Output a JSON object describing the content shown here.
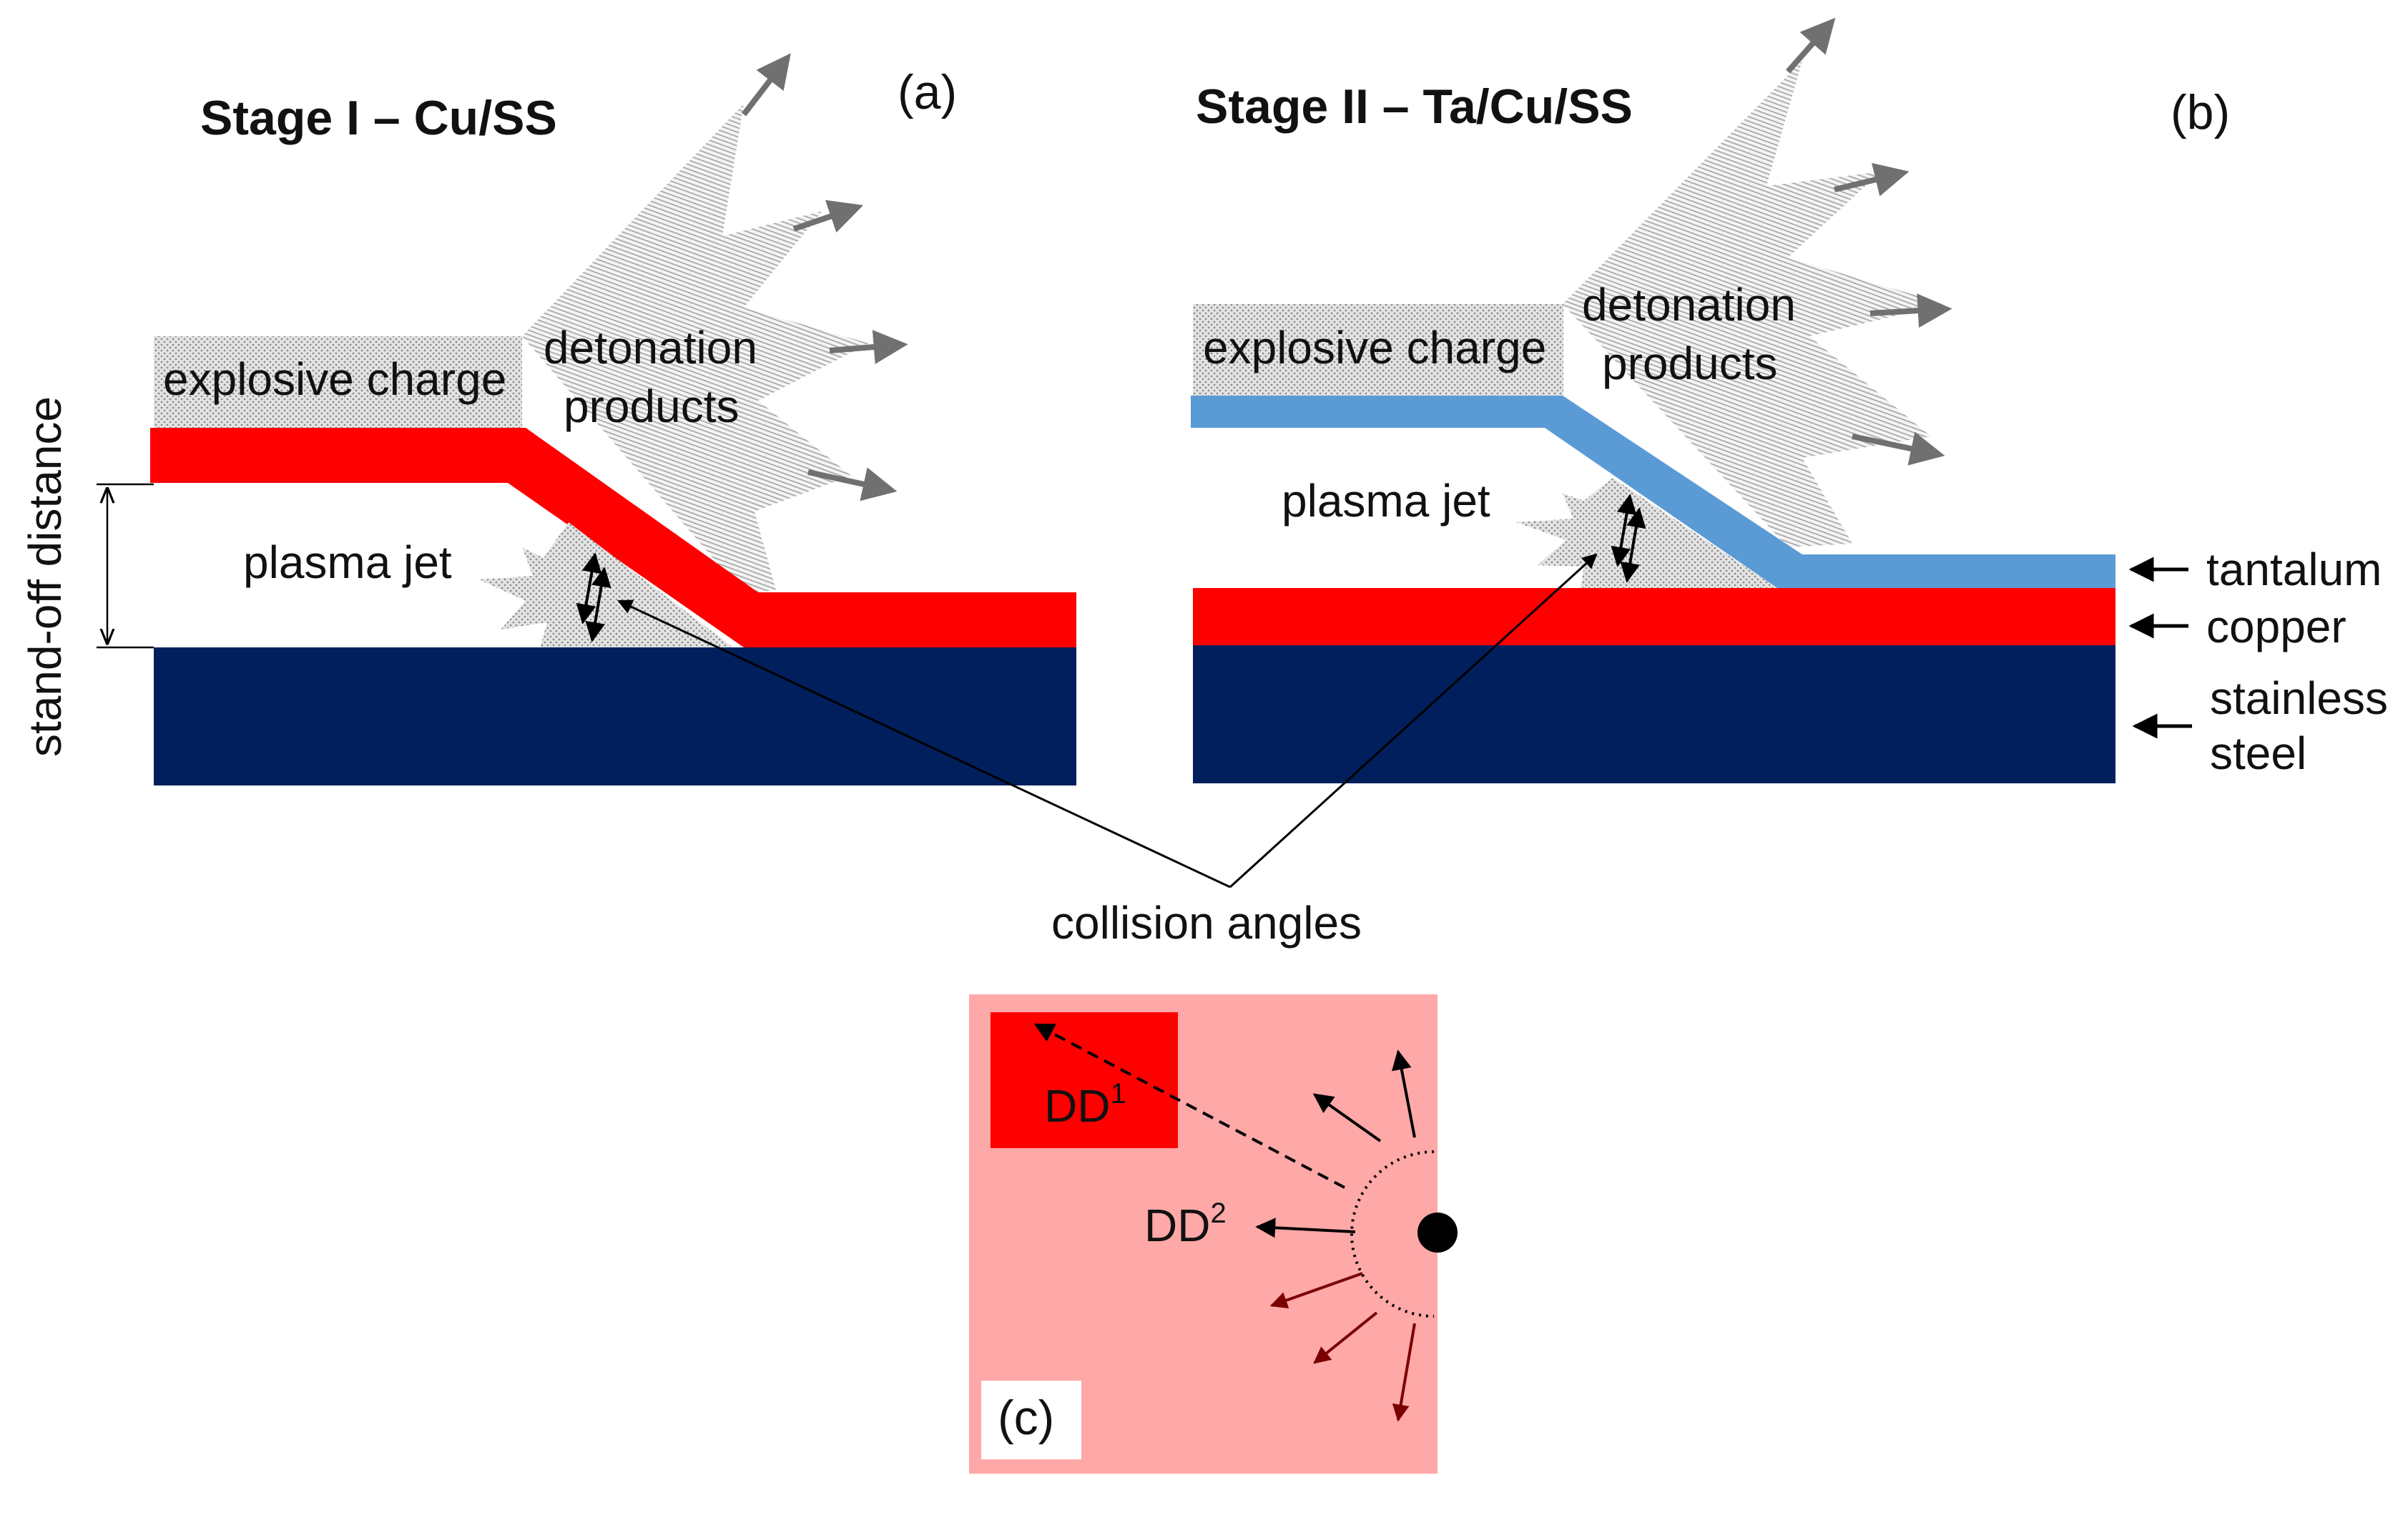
{
  "panel_a": {
    "title": "Stage I – Cu/SS",
    "panel_label": "(a)",
    "explosive_label": "explosive charge",
    "detonation_line1": "detonation",
    "detonation_line2": "products",
    "plasma_label": "plasma jet"
  },
  "panel_b": {
    "title": "Stage II – Ta/Cu/SS",
    "panel_label": "(b)",
    "explosive_label": "explosive charge",
    "detonation_line1": "detonation",
    "detonation_line2": "products",
    "plasma_label": "plasma jet",
    "layers": {
      "tantalum": "tantalum",
      "copper": "copper",
      "stainless_line1": "stainless",
      "stainless_line2": "steel"
    }
  },
  "standoff_label": "stand-off distance",
  "collision_label": "collision angles",
  "panel_c": {
    "panel_label": "(c)",
    "dd1_base": "DD",
    "dd1_sup": "1",
    "dd2_base": "DD",
    "dd2_sup": "2"
  },
  "colors": {
    "copper": "#ff0000",
    "tantalum": "#5b9bd5",
    "stainless_steel": "#001f5c",
    "explosive_charge": "#dcdcdc",
    "panel_c_background": "#ffa8a8",
    "panel_c_block": "#ff0000",
    "arrow_grey": "#707070",
    "arrow_darkred": "#7a0000"
  }
}
